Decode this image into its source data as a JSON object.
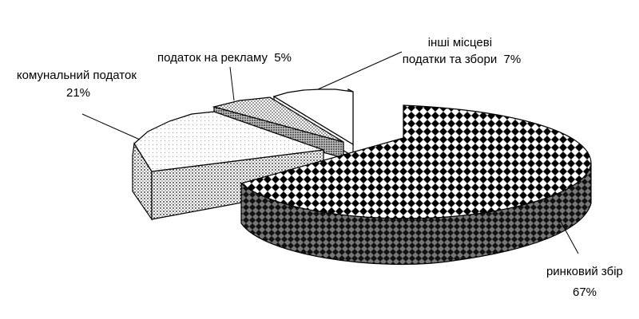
{
  "chart_data": {
    "type": "pie",
    "style": "3d-exploded",
    "legend": "none",
    "slices": [
      {
        "category": "ринковий збір",
        "percent": 67,
        "label_lines": [
          "ринковий збір",
          "67%"
        ]
      },
      {
        "category": "комунальний податок",
        "percent": 21,
        "label_lines": [
          "комунальний податок",
          "21%"
        ]
      },
      {
        "category": "податок на рекламу",
        "percent": 5,
        "label_lines": [
          "податок на рекламу  5%"
        ]
      },
      {
        "category": "інші місцеві податки та збори",
        "percent": 7,
        "label_lines": [
          "інші місцеві",
          "податки та збори  7%"
        ]
      }
    ]
  }
}
